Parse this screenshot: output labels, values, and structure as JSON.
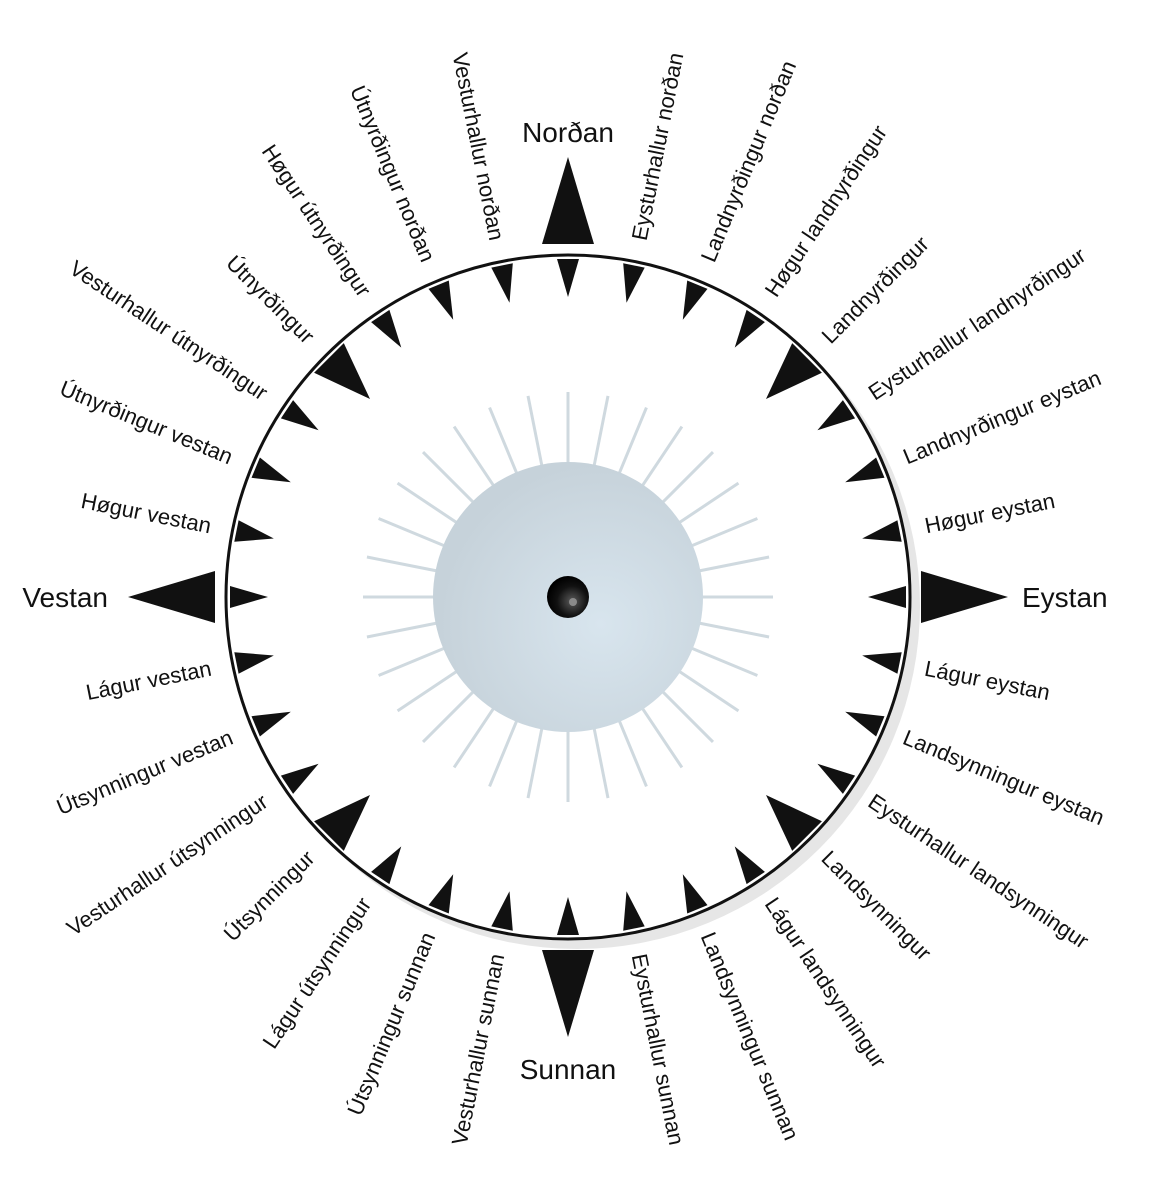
{
  "diagram": {
    "type": "compass-rose",
    "colors": {
      "ink": "#111111",
      "ring_stroke": "#111111",
      "shadow": "#e6e6e6",
      "spoke": "#cfd9df",
      "disc_light": "#dde6ec",
      "disc_dark": "#b9cbd6",
      "center_dot": "#0d0d0d"
    },
    "cardinals": [
      {
        "label": "Norðan",
        "direction": "N"
      },
      {
        "label": "Eystan",
        "direction": "E"
      },
      {
        "label": "Sunnan",
        "direction": "S"
      },
      {
        "label": "Vestan",
        "direction": "W"
      }
    ],
    "points": [
      {
        "label": "Eysturhallur norðan"
      },
      {
        "label": "Landnyrðingur norðan"
      },
      {
        "label": "Høgur landnyrðingur"
      },
      {
        "label": "Landnyrðingur"
      },
      {
        "label": "Eysturhallur landnyrðingur"
      },
      {
        "label": "Landnyrðingur eystan"
      },
      {
        "label": "Høgur eystan"
      },
      {
        "label": "Lágur eystan"
      },
      {
        "label": "Landsynningur eystan"
      },
      {
        "label": "Eysturhallur landsynningur"
      },
      {
        "label": "Landsynningur"
      },
      {
        "label": "Lágur landsynningur"
      },
      {
        "label": "Landsynningur sunnan"
      },
      {
        "label": "Eysturhallur sunnan"
      },
      {
        "label": "Vesturhallur sunnan"
      },
      {
        "label": "Útsynningur sunnan"
      },
      {
        "label": "Lágur útsynningur"
      },
      {
        "label": "Útsynningur"
      },
      {
        "label": "Vesturhallur útsynningur"
      },
      {
        "label": "Útsynningur vestan"
      },
      {
        "label": "Lágur vestan"
      },
      {
        "label": "Høgur vestan"
      },
      {
        "label": "Útnyrðingur vestan"
      },
      {
        "label": "Vesturhallur útnyrðingur"
      },
      {
        "label": "Útnyrðingur"
      },
      {
        "label": "Høgur útnyrðingur"
      },
      {
        "label": "Útnyrðingur norðan"
      },
      {
        "label": "Vesturhallur norðan"
      }
    ]
  }
}
